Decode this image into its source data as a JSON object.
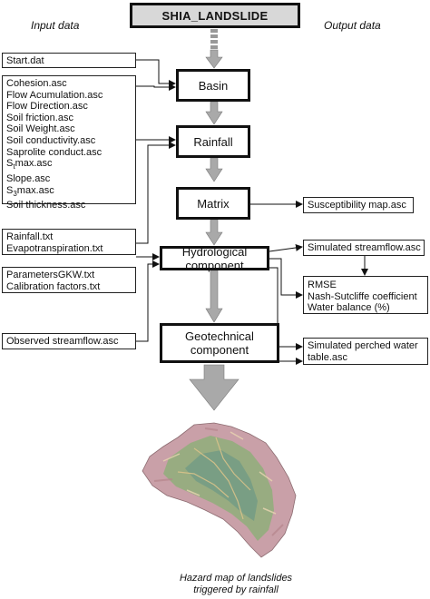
{
  "title": "SHIA_LANDSLIDE",
  "headers": {
    "input": "Input data",
    "output": "Output data"
  },
  "inputs": {
    "start": "Start.dat",
    "static_files": [
      "Cohesion.asc",
      "Flow Acumulation.asc",
      "Flow Direction.asc",
      "Soil friction.asc",
      "Soil Weight.asc",
      "Soil conductivity.asc",
      "Saprolite conduct.asc"
    ],
    "smax_a": {
      "base": "S",
      "sub": "t",
      "rest": "max.asc"
    },
    "slope": "Slope.asc",
    "smax_b": {
      "base": "S",
      "sub": "3",
      "rest": "max.asc"
    },
    "thickness": "Soil thickness.asc",
    "climate": [
      "Rainfall.txt",
      "Evapotranspiration.txt"
    ],
    "params": [
      "ParametersGKW.txt",
      "Calibration factors.txt"
    ],
    "observed": "Observed streamflow.asc"
  },
  "processes": {
    "basin": "Basin",
    "rainfall": "Rainfall",
    "matrix": "Matrix",
    "hydro": [
      "Hydrological",
      "component"
    ],
    "geotech": [
      "Geotechnical",
      "component"
    ]
  },
  "outputs": {
    "susceptibility": "Susceptibility map.asc",
    "streamflow": "Simulated streamflow.asc",
    "metrics": [
      "RMSE",
      "Nash-Sutcliffe coefficient",
      "Water balance (%)"
    ],
    "perched": [
      "Simulated perched water",
      "table.asc"
    ]
  },
  "caption": [
    "Hazard map of landslides",
    "triggered by rainfall"
  ],
  "colors": {
    "arrow_fill": "#a9a9a9",
    "title_fill": "#d8d8d8",
    "map_green": "#8fae7a",
    "map_pink": "#c9a0a8"
  }
}
